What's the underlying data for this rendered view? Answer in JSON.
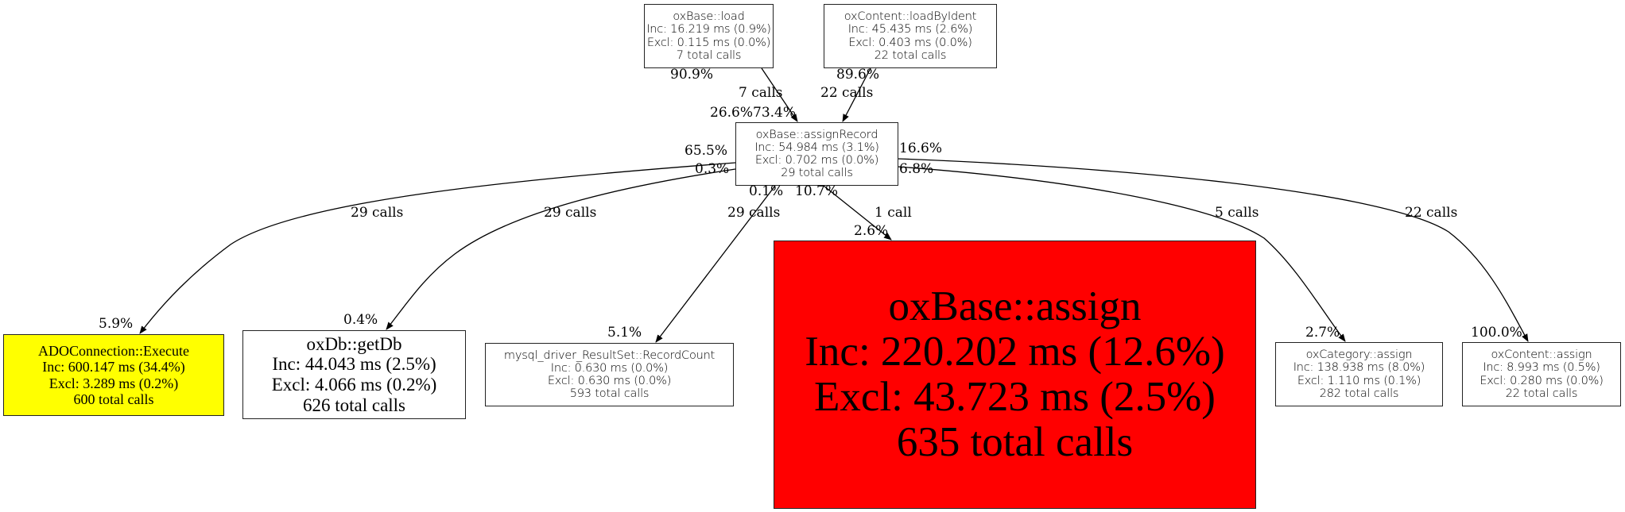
{
  "nodes": {
    "load": {
      "name": "oxBase::load",
      "inc": "Inc: 16.219 ms (0.9%)",
      "excl": "Excl: 0.115 ms (0.0%)",
      "calls": "7 total calls"
    },
    "loadByIdent": {
      "name": "oxContent::loadByIdent",
      "inc": "Inc: 45.435 ms (2.6%)",
      "excl": "Excl: 0.403 ms (0.0%)",
      "calls": "22 total calls"
    },
    "assignRecord": {
      "name": "oxBase::assignRecord",
      "inc": "Inc: 54.984 ms (3.1%)",
      "excl": "Excl: 0.702 ms (0.0%)",
      "calls": "29 total calls"
    },
    "execute": {
      "name": "ADOConnection::Execute",
      "inc": "Inc: 600.147 ms (34.4%)",
      "excl": "Excl: 3.289 ms (0.2%)",
      "calls": "600 total calls",
      "color": "#ffff00"
    },
    "getDb": {
      "name": "oxDb::getDb",
      "inc": "Inc: 44.043 ms (2.5%)",
      "excl": "Excl: 4.066 ms (0.2%)",
      "calls": "626 total calls"
    },
    "recordCount": {
      "name": "mysql_driver_ResultSet::RecordCount",
      "inc": "Inc: 0.630 ms (0.0%)",
      "excl": "Excl: 0.630 ms (0.0%)",
      "calls": "593 total calls"
    },
    "assign": {
      "name": "oxBase::assign",
      "inc": "Inc: 220.202 ms (12.6%)",
      "excl": "Excl: 43.723 ms (2.5%)",
      "calls": "635 total calls",
      "color": "#ff0000"
    },
    "categoryAssign": {
      "name": "oxCategory::assign",
      "inc": "Inc: 138.938 ms (8.0%)",
      "excl": "Excl: 1.110 ms (0.1%)",
      "calls": "282 total calls"
    },
    "contentAssign": {
      "name": "oxContent::assign",
      "inc": "Inc: 8.993 ms (0.5%)",
      "excl": "Excl: 0.280 ms (0.0%)",
      "calls": "22 total calls"
    }
  },
  "edges": {
    "load_assignRecord": {
      "label": "7 calls",
      "tail": "90.9%",
      "head": "26.6%"
    },
    "loadByIdent_assignRecord": {
      "label": "22 calls",
      "tail": "89.6%",
      "head": "73.4%"
    },
    "assignRecord_execute": {
      "label": "29 calls",
      "tail": "65.5%",
      "head": "5.9%"
    },
    "assignRecord_getDb": {
      "label": "29 calls",
      "tail": "0.3%",
      "head": "0.4%"
    },
    "assignRecord_recordCount": {
      "label": "29 calls",
      "tail": "0.1%",
      "head": "5.1%"
    },
    "assignRecord_assign": {
      "label": "1 call",
      "tail": "10.7%",
      "head": "2.6%"
    },
    "assignRecord_categoryAssign": {
      "label": "5 calls",
      "tail": "6.8%",
      "head": "2.7%"
    },
    "assignRecord_contentAssign": {
      "label": "22 calls",
      "tail": "16.6%",
      "head": "100.0%"
    }
  }
}
